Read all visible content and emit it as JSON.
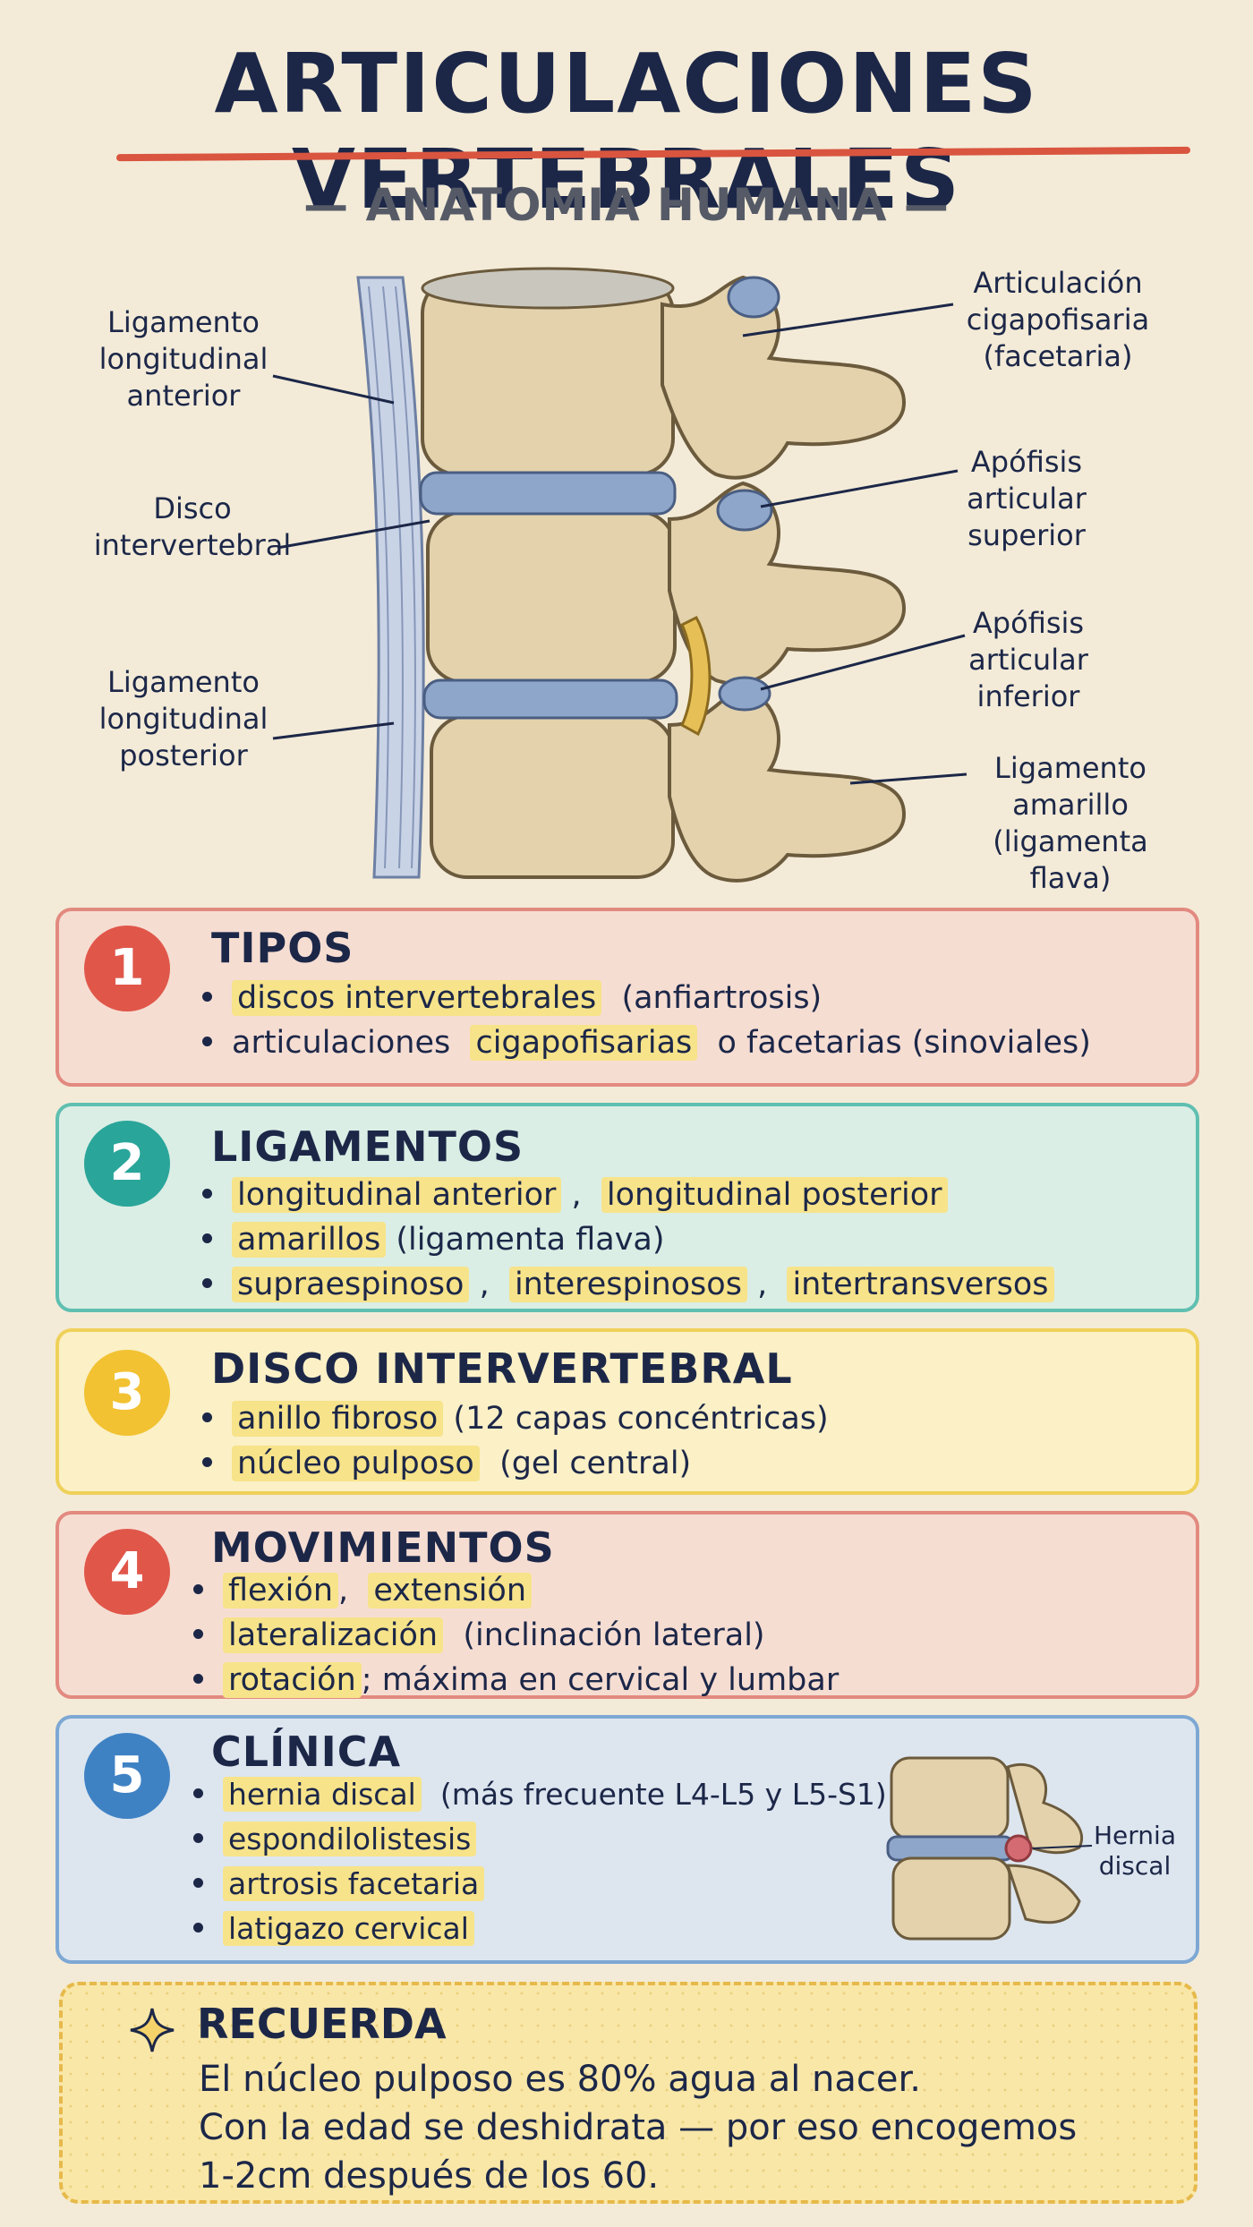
{
  "title": "ARTICULACIONES VERTEBRALES",
  "subtitle": "— ANATOMIA HUMANA —",
  "diagram": {
    "labels": {
      "anterior": "Ligamento\nlongitudinal\nanterior",
      "disco": "Disco\nintervertebral",
      "posterior": "Ligamento\nlongitudinal\nposterior",
      "cigapofisaria": "Articulación\ncigapofisaria\n(facetaria)",
      "sup": "Apófisis\narticular\nsuperior",
      "inf": "Apófisis\narticular\ninferior",
      "amarillo": "Ligamento\namarillo\n(ligamenta flava)"
    }
  },
  "sections": [
    {
      "number": "1",
      "title": "TIPOS",
      "bullets": [
        [
          {
            "t": "discos intervertebrales",
            "h": true
          },
          {
            "t": "  (anfiartrosis)"
          }
        ],
        [
          {
            "t": "articulaciones  "
          },
          {
            "t": "cigapofisarias",
            "h": true
          },
          {
            "t": "  o facetarias (sinoviales)"
          }
        ]
      ]
    },
    {
      "number": "2",
      "title": "LIGAMENTOS",
      "bullets": [
        [
          {
            "t": "longitudinal anterior",
            "h": true
          },
          {
            "t": " ,  "
          },
          {
            "t": "longitudinal posterior",
            "h": true
          }
        ],
        [
          {
            "t": "amarillos",
            "h": true
          },
          {
            "t": " (ligamenta flava)"
          }
        ],
        [
          {
            "t": "supraespinoso",
            "h": true
          },
          {
            "t": " ,  "
          },
          {
            "t": "interespinosos",
            "h": true
          },
          {
            "t": " ,  "
          },
          {
            "t": "intertransversos",
            "h": true
          }
        ]
      ]
    },
    {
      "number": "3",
      "title": "DISCO INTERVERTEBRAL",
      "bullets": [
        [
          {
            "t": "anillo fibroso",
            "h": true
          },
          {
            "t": " (12 capas concéntricas)"
          }
        ],
        [
          {
            "t": "núcleo pulposo",
            "h": true
          },
          {
            "t": "  (gel central)"
          }
        ]
      ]
    },
    {
      "number": "4",
      "title": "MOVIMIENTOS",
      "bullets": [
        [
          {
            "t": "flexión",
            "h": true
          },
          {
            "t": ",  "
          },
          {
            "t": "extensión",
            "h": true
          }
        ],
        [
          {
            "t": "lateralización",
            "h": true
          },
          {
            "t": "  (inclinación lateral)"
          }
        ],
        [
          {
            "t": "rotación",
            "h": true
          },
          {
            "t": "; máxima en cervical y lumbar"
          }
        ]
      ]
    },
    {
      "number": "5",
      "title": "CLÍNICA",
      "bullets": [
        [
          {
            "t": "hernia discal",
            "h": true
          },
          {
            "t": "  (más frecuente L4-L5 y L5-S1)"
          }
        ],
        [
          {
            "t": "espondilolistesis",
            "h": true
          }
        ],
        [
          {
            "t": "artrosis facetaria",
            "h": true
          }
        ],
        [
          {
            "t": "latigazo cervical",
            "h": true
          }
        ]
      ],
      "inset_label": "Hernia\ndiscal"
    }
  ],
  "remember": {
    "title": "RECUERDA",
    "lines": [
      "El núcleo pulposo es 80% agua al nacer.",
      "Con la edad se deshidrata — por eso encogemos",
      "1-2cm después de los 60."
    ]
  },
  "colors": {
    "red": "#e0574a",
    "teal": "#2aa59a",
    "yellow": "#f2c232",
    "blue": "#3f82c4",
    "bone": "#e3d2ac",
    "disc": "#8ea6c9"
  }
}
